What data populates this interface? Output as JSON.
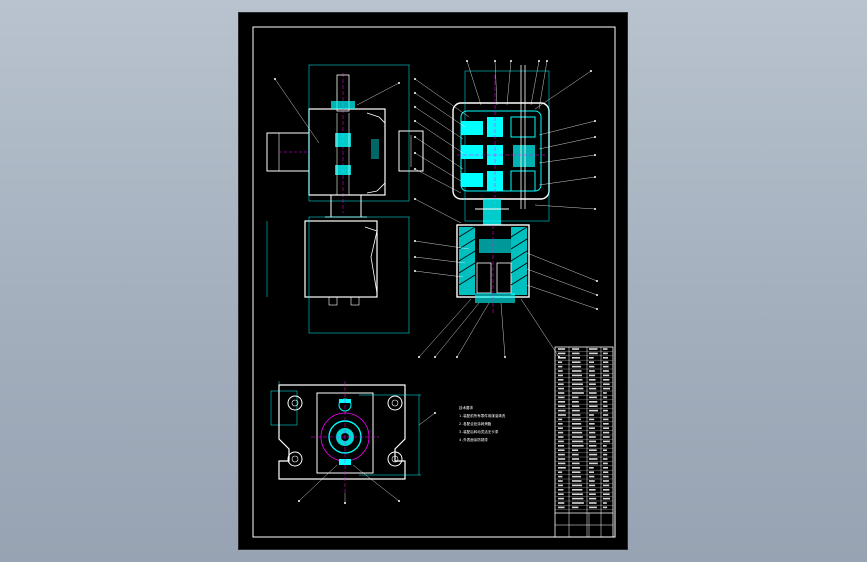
{
  "viewer": {
    "background": "#a3afbd"
  },
  "sheet": {
    "background": "#000000",
    "frame_color": "#ffffff",
    "line_colors": {
      "outline": "#ffffff",
      "part": "#00ffff",
      "center": "#ff00ff",
      "section": "#ffffff",
      "dimension": "#00ffff"
    },
    "technical_notes": [
      "技术要求",
      "1.装配前所有零件用煤油清洗",
      "2.各配合处涂润滑脂",
      "3.装配后转动灵活无卡滞",
      "4.外表面涂防锈漆"
    ]
  },
  "icons": {
    "front_view": "gearbox-front-view-icon",
    "side_view": "gearbox-section-view-icon",
    "top_view": "base-top-view-icon",
    "parts_table": "bill-of-materials-icon"
  }
}
